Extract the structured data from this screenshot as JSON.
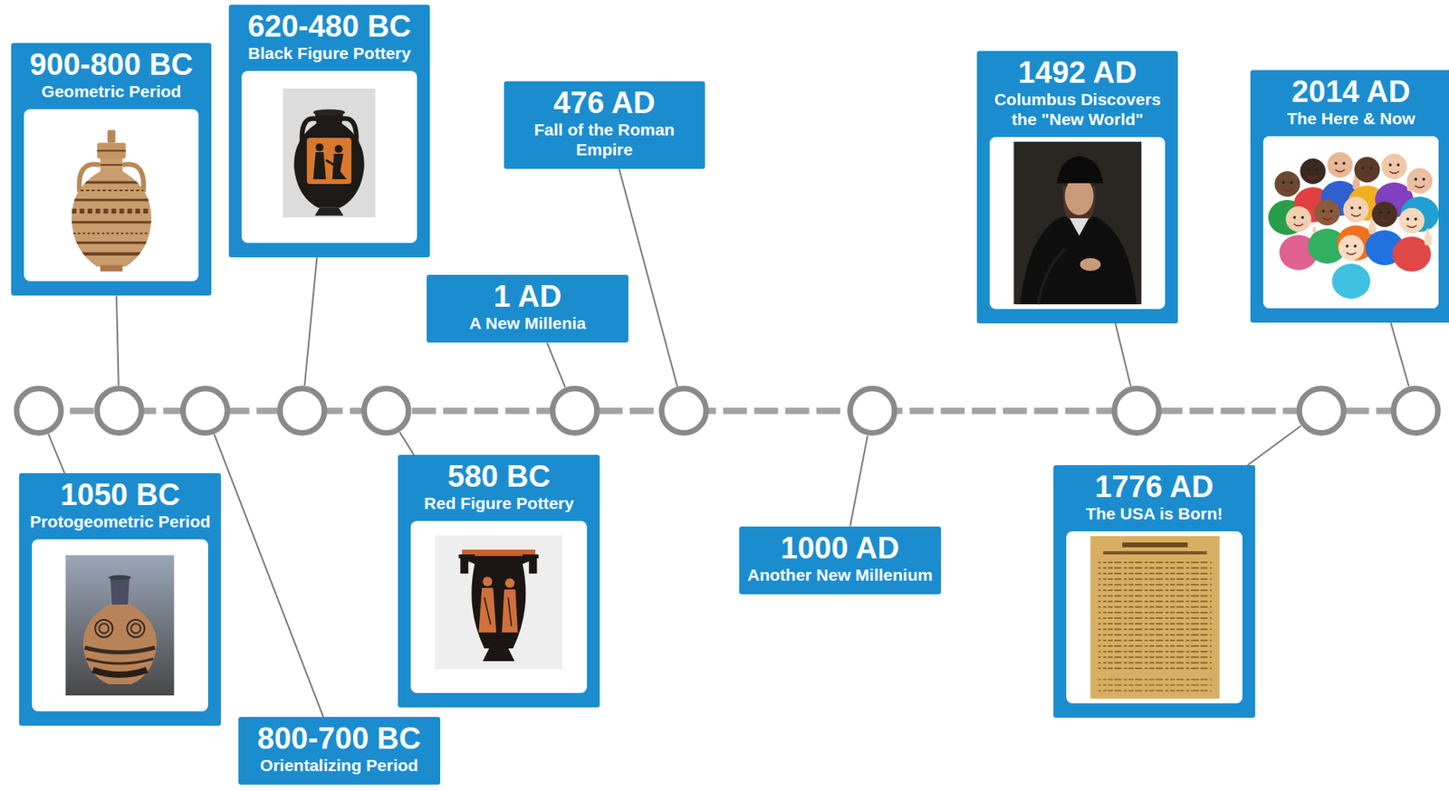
{
  "diagram": {
    "nodes": [
      {
        "text": [
          "1050 BC",
          "Protogeometric Period"
        ]
      },
      {
        "text": [
          "900-800 BC",
          "Geometric Period"
        ]
      },
      {
        "text": [
          "800-700 BC",
          "Orientalizing Period"
        ]
      },
      {
        "text": [
          "620-480 BC",
          "Black Figure Pottery"
        ]
      },
      {
        "text": [
          "580 BC",
          "Red Figure Pottery"
        ]
      },
      {
        "text": [
          "1 AD",
          "A New Millenia"
        ]
      },
      {
        "text": [
          "476 AD",
          "Fall of the Roman Empire"
        ]
      },
      {
        "text": [
          "1000 AD",
          "Another New Millenium"
        ]
      },
      {
        "text": [
          "1492 AD",
          "Columbus Discovers the \"New World\""
        ]
      },
      {
        "text": [
          "1776 AD",
          "The USA is Born!"
        ]
      },
      {
        "text": [
          "2014 AD",
          "The Here & Now"
        ]
      }
    ]
  }
}
